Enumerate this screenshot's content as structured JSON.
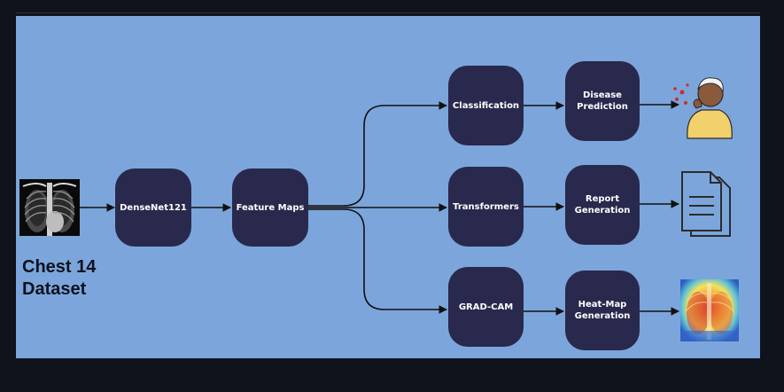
{
  "diagram": {
    "dataset": {
      "label": "Chest 14\nDataset"
    },
    "nodes": {
      "densenet": "DenseNet121",
      "feature_maps": "Feature Maps",
      "classification": "Classification",
      "transformers": "Transformers",
      "gradcam": "GRAD-CAM",
      "disease_prediction": "Disease\nPrediction",
      "report_generation": "Report\nGeneration",
      "heatmap_generation": "Heat-Map\nGeneration"
    },
    "outputs": [
      {
        "branch": "classification",
        "icon": "coughing-patient-icon"
      },
      {
        "branch": "transformers",
        "icon": "document-icon"
      },
      {
        "branch": "gradcam",
        "icon": "heatmap-xray-icon"
      }
    ],
    "colors": {
      "background": "#7ca6db",
      "node_fill": "#29294d",
      "node_text": "#ffffff",
      "edge": "#111111",
      "page": "#0f131b"
    }
  }
}
